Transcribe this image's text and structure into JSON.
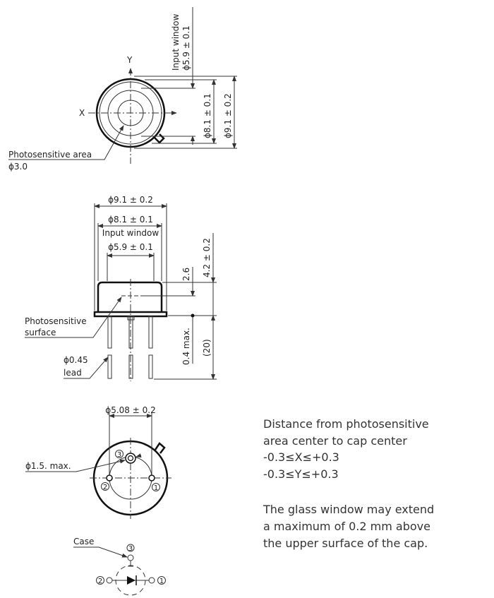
{
  "top_view": {
    "axis_y": "Y",
    "axis_x": "X",
    "input_window_label": "Input window",
    "input_window_dim": "ϕ5.9 ± 0.1",
    "dim_8_1": "ϕ8.1 ± 0.1",
    "dim_9_1": "ϕ9.1 ± 0.2",
    "photosensitive_area_label": "Photosensitive area",
    "photosensitive_area_dim": "ϕ3.0"
  },
  "side_view": {
    "dim_9_1": "ϕ9.1 ± 0.2",
    "dim_8_1": "ϕ8.1 ± 0.1",
    "input_window_label": "Input window",
    "input_window_dim": "ϕ5.9 ± 0.1",
    "dim_2_6": "2.6",
    "dim_4_2": "4.2 ± 0.2",
    "dim_0_4": "0.4 max.",
    "dim_20": "(20)",
    "photosensitive_surface_line1": "Photosensitive",
    "photosensitive_surface_line2": "surface",
    "lead_dim": "ϕ0.45",
    "lead_label": "lead"
  },
  "bottom_view": {
    "dim_5_08": "ϕ5.08 ± 0.2",
    "dim_1_5": "ϕ1.5. max.",
    "pin1": "1",
    "pin2": "2",
    "pin3": "3"
  },
  "schematic": {
    "case_label": "Case",
    "pin1": "1",
    "pin2": "2",
    "pin3": "3"
  },
  "notes": {
    "distance_lines": [
      "Distance from photosensitive",
      "area center to cap center",
      "-0.3≤X≤+0.3",
      "-0.3≤Y≤+0.3"
    ],
    "glass_lines": [
      "The glass window may extend",
      "a maximum of 0.2 mm above",
      "the upper surface of the cap."
    ]
  }
}
